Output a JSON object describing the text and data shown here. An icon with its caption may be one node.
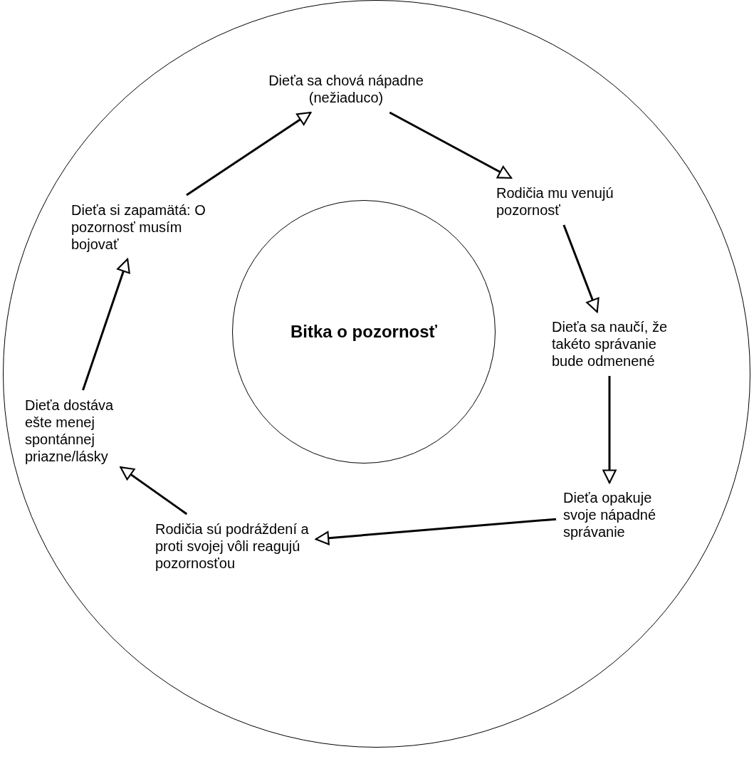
{
  "diagram": {
    "nodes": [
      {
        "text": [],
        "shape": "circle"
      },
      {
        "text": [
          "Dieťa sa chová nápadne (nežiaduco)"
        ],
        "in": 0
      },
      {
        "text": [
          "Rodičia mu venujú pozornosť"
        ],
        "in": 0
      },
      {
        "text": [
          "Dieťa sa naučí, že takéto správanie bude odmenené"
        ],
        "in": 0
      },
      {
        "text": [
          "Dieťa opakuje svoje nápadné správanie"
        ],
        "in": 0
      },
      {
        "text": [
          "Rodičia sú podráždení a proti svojej vôli reagujú pozornosťou"
        ],
        "in": 0
      },
      {
        "text": [
          "Dieťa dostáva ešte menej spontánnej priazne/lásky"
        ],
        "in": 0
      },
      {
        "text": [
          "Dieťa si zapamätá: O pozornosť musím bojovať"
        ],
        "in": 0
      },
      {
        "text": [
          "Bitka o pozornosť"
        ],
        "in": 0
      }
    ],
    "edges": [
      {
        "from": 1,
        "to": 2,
        "arrow": "to"
      },
      {
        "from": 2,
        "to": 3,
        "arrow": "to"
      },
      {
        "from": 3,
        "to": 4,
        "arrow": "to"
      },
      {
        "from": 4,
        "to": 5,
        "arrow": "to"
      },
      {
        "from": 5,
        "to": 6,
        "arrow": "to"
      },
      {
        "from": 6,
        "to": 7,
        "arrow": "to"
      },
      {
        "from": 7,
        "to": 1,
        "arrow": "to"
      }
    ]
  }
}
